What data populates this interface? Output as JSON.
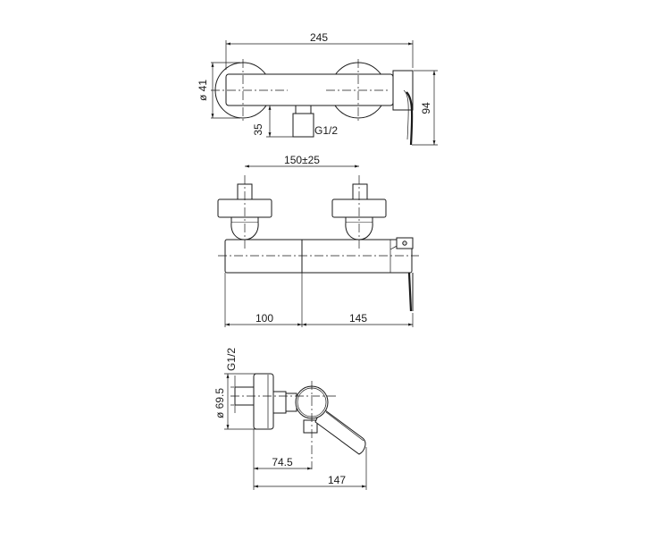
{
  "views": {
    "top": {
      "dim_total_width": "245",
      "dim_handle_diameter": "ø 41",
      "dim_depth": "94",
      "dim_outlet_offset": "35",
      "dim_outlet_thread": "G1/2"
    },
    "front": {
      "dim_inlet_spacing": "150±25",
      "dim_left": "100",
      "dim_right": "145"
    },
    "side": {
      "dim_thread": "G1/2",
      "dim_flange_diameter": "ø 69.5",
      "dim_projection": "74.5",
      "dim_overall": "147"
    }
  }
}
